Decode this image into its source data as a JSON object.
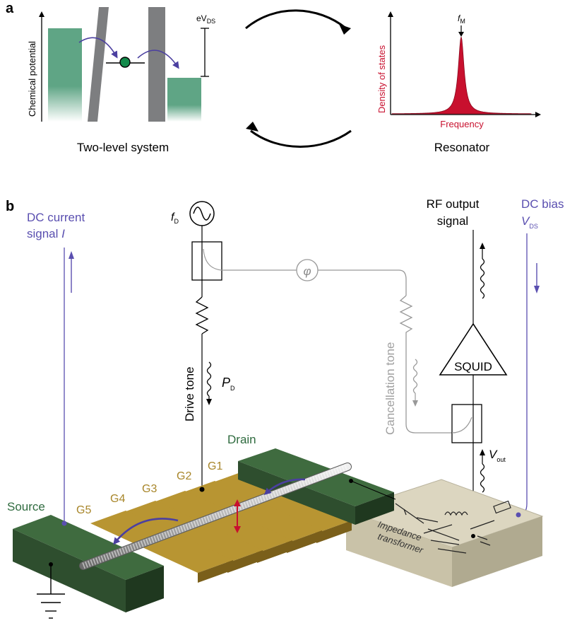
{
  "panel_a": {
    "label": "a",
    "two_level": {
      "ylabel": "Chemical potential",
      "bias_label": "eV",
      "bias_sub": "DS",
      "caption": "Two-level system"
    },
    "resonator": {
      "peak_label": "f",
      "peak_sub": "M",
      "ylabel": "Density of states",
      "xlabel": "Frequency",
      "caption": "Resonator"
    }
  },
  "panel_b": {
    "label": "b",
    "dc_current": {
      "line1": "DC current",
      "line2": "signal ",
      "symbol": "I"
    },
    "drive_source": {
      "symbol": "f",
      "sub": "D"
    },
    "phase_symbol": "φ",
    "drive_tone": "Drive tone",
    "drive_power": {
      "symbol": "P",
      "sub": "D"
    },
    "cancellation_tone": "Cancellation tone",
    "rf_output": {
      "line1": "RF output",
      "line2": "signal"
    },
    "dc_bias": {
      "line1": "DC bias",
      "symbol": "V",
      "sub": "DS"
    },
    "squid": "SQUID",
    "vout": {
      "symbol": "V",
      "sub": "out"
    },
    "drain": "Drain",
    "source": "Source",
    "gates": [
      "G1",
      "G2",
      "G3",
      "G4",
      "G5"
    ],
    "transformer": {
      "line1": "Impedance",
      "line2": "transformer"
    }
  },
  "colors": {
    "green": "#5fa585",
    "dark_green": "#2f4d2f",
    "gold": "#a8862a",
    "purple": "#5a4fb0",
    "red": "#c8102e",
    "gray": "#8c8c8c"
  }
}
